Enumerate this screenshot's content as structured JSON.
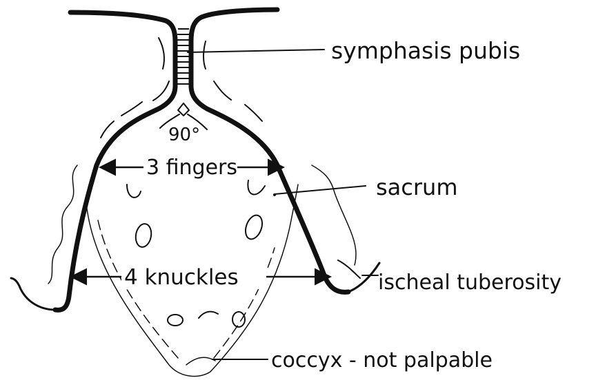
{
  "diagram": {
    "labels": {
      "symphysis": "symphasis pubis",
      "sacrum": "sacrum",
      "ischeal": "ischeal tuberosity",
      "coccyx": "coccyx - not palpable"
    },
    "measurements": {
      "angle": "90°",
      "fingers": "3 fingers",
      "knuckles": "4 knuckles"
    },
    "ink_color": "#111111"
  }
}
